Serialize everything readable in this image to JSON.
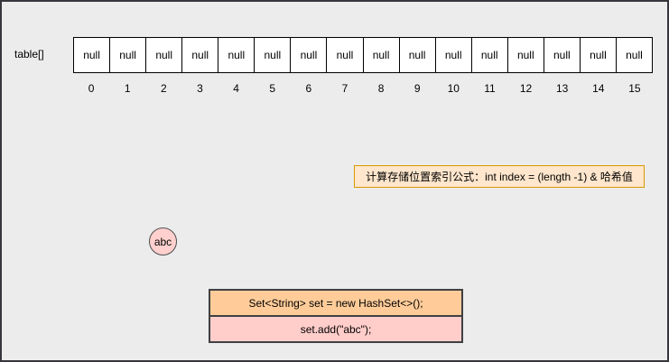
{
  "array": {
    "label": "table[]",
    "cells": [
      "null",
      "null",
      "null",
      "null",
      "null",
      "null",
      "null",
      "null",
      "null",
      "null",
      "null",
      "null",
      "null",
      "null",
      "null",
      "null"
    ],
    "indices": [
      "0",
      "1",
      "2",
      "3",
      "4",
      "5",
      "6",
      "7",
      "8",
      "9",
      "10",
      "11",
      "12",
      "13",
      "14",
      "15"
    ]
  },
  "formula": {
    "text": "计算存储位置索引公式：int index = (length -1) & 哈希值"
  },
  "element": {
    "label": "abc"
  },
  "code": {
    "lines": [
      "Set<String> set = new HashSet<>();",
      "set.add(\"abc\");"
    ]
  },
  "colors": {
    "canvas_bg": "#ececec",
    "canvas_border": "#36363d",
    "cell_bg": "#ffffff",
    "cell_border": "#000000",
    "formula_bg": "#ffe6cc",
    "formula_border": "#d79b00",
    "circle_bg": "#ffd0cd",
    "circle_border": "#4d4d4d",
    "code_line1_bg": "#ffcc99",
    "code_line2_bg": "#ffcdca",
    "code_border": "#3f4043"
  }
}
